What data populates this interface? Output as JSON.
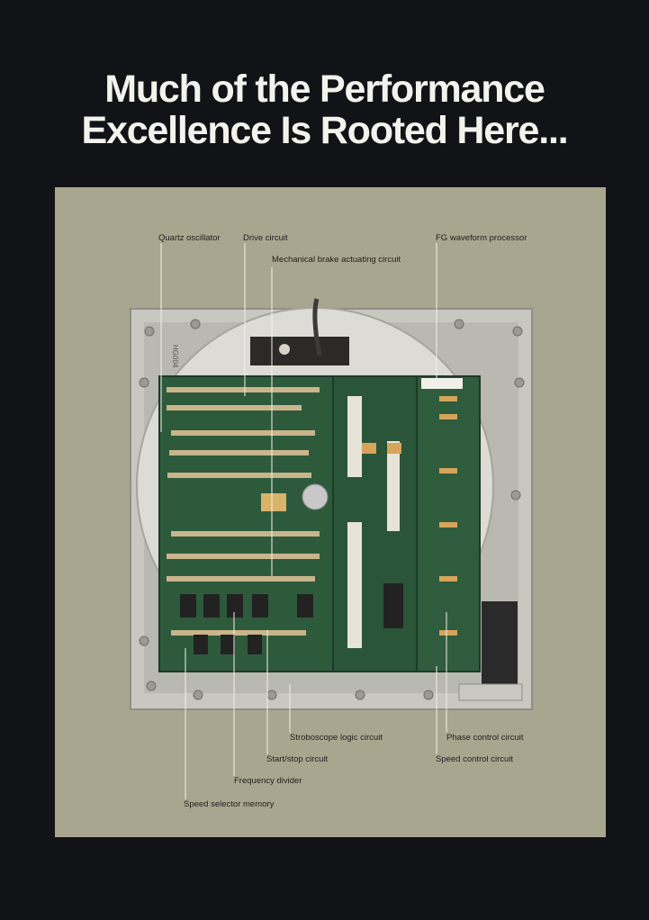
{
  "headline": {
    "line1": "Much of the Performance",
    "line2": "Excellence Is Rooted Here..."
  },
  "callouts": {
    "quartz_oscillator": "Quartz oscillator",
    "drive_circuit": "Drive circuit",
    "mechanical_brake": "Mechanical brake actuating circuit",
    "fg_waveform": "FG waveform processor",
    "stroboscope_logic": "Stroboscope logic circuit",
    "start_stop": "Start/stop circuit",
    "frequency_divider": "Frequency divider",
    "speed_selector_memory": "Speed selector memory",
    "phase_control": "Phase control circuit",
    "speed_control": "Speed control  circuit"
  },
  "board_marking": "HG004",
  "colors": {
    "background": "#121317",
    "panel": "#a9a68f",
    "pcb": "#2e5a3c",
    "chassis": "#c9c8c2"
  }
}
